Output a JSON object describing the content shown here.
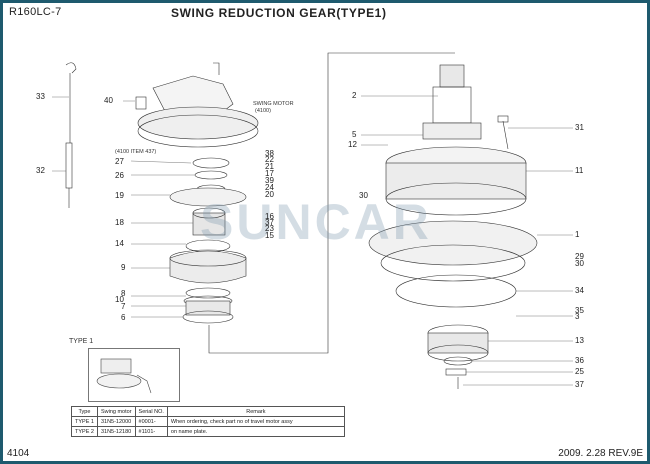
{
  "header": {
    "model": "R160LC-7",
    "title": "SWING REDUCTION GEAR(TYPE1)"
  },
  "footer": {
    "page": "4104",
    "date": "2009. 2.28  REV.9E"
  },
  "watermark": "SUNCAR",
  "notes": {
    "swing_motor": "SWING MOTOR",
    "swing_motor_item": "(4100)",
    "item_ref": "(4100 ITEM 437)",
    "type_label": "TYPE 1"
  },
  "callouts": [
    "33",
    "40",
    "32",
    "2",
    "5",
    "12",
    "31",
    "11",
    "38",
    "22",
    "27",
    "21",
    "17",
    "26",
    "39",
    "24",
    "19",
    "20",
    "16",
    "37",
    "18",
    "23",
    "15",
    "14",
    "30",
    "1",
    "9",
    "29",
    "30",
    "8",
    "10",
    "34",
    "7",
    "35",
    "6",
    "3",
    "13",
    "36",
    "25",
    "37"
  ],
  "table": {
    "headers": [
      "Type",
      "Swing motor",
      "Serial NO.",
      "Remark"
    ],
    "rows": [
      [
        "TYPE 1",
        "31N5-12000",
        "#0001-",
        "When ordering, check part no of travel motor assy"
      ],
      [
        "TYPE 2",
        "31N5-12180",
        "#1101-",
        "on name plate."
      ]
    ]
  }
}
